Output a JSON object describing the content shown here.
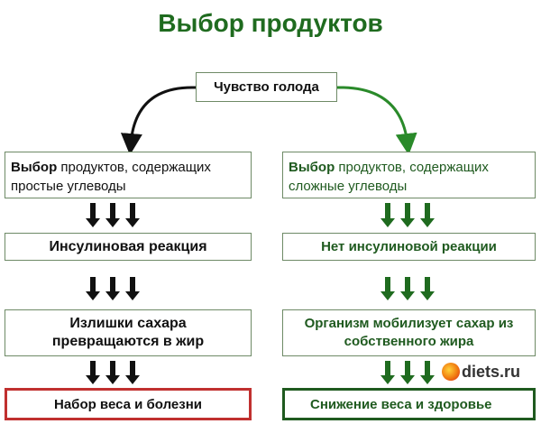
{
  "title": "Выбор продуктов",
  "top": "Чувство голода",
  "left": {
    "choice_bold": "Выбор",
    "choice_rest": " продуктов, содержащих простые углеводы",
    "step2": "Инсулиновая реакция",
    "step3": "Излишки сахара превращаются в жир",
    "result": "Набор веса и болезни"
  },
  "right": {
    "choice_bold": "Выбор",
    "choice_rest": " продуктов, содержащих сложные углеводы",
    "step2": "Нет инсулиновой реакции",
    "step3": "Организм мобилизует сахар из собственного жира",
    "result": "Снижение веса и здоровье"
  },
  "watermark": "diets.ru",
  "colors": {
    "green": "#1f6b1f",
    "red": "#c0302f",
    "black": "#111111"
  }
}
